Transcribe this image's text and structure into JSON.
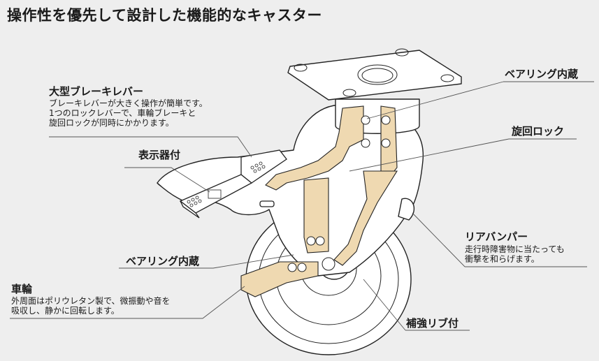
{
  "title": "操作性を優先して設計した機能的なキャスター",
  "colors": {
    "background": "#eeeeee",
    "cutaway": "#efd9b1",
    "line": "#222222",
    "leader": "#555555",
    "body": "#ffffff"
  },
  "callouts": {
    "brake_lever": {
      "label": "大型ブレーキレバー",
      "desc": [
        "ブレーキレバーが大きく操作が簡単です。",
        "1つのロックレバーで、車輪ブレーキと",
        "旋回ロックが同時にかかります。"
      ]
    },
    "indicator": {
      "label": "表示器付"
    },
    "bearing_top": {
      "label": "ベアリング内蔵"
    },
    "swivel_lock": {
      "label": "旋回ロック"
    },
    "rear_bumper": {
      "label": "リアバンパー",
      "desc": [
        "走行時障害物に当たっても",
        "衝撃を和らげます。"
      ]
    },
    "bearing_wheel": {
      "label": "ベアリング内蔵"
    },
    "wheel": {
      "label": "車輪",
      "desc": [
        "外周面はポリウレタン製で、微振動や音を",
        "吸収し、静かに回転します。"
      ]
    },
    "rib": {
      "label": "補強リブ付"
    }
  }
}
